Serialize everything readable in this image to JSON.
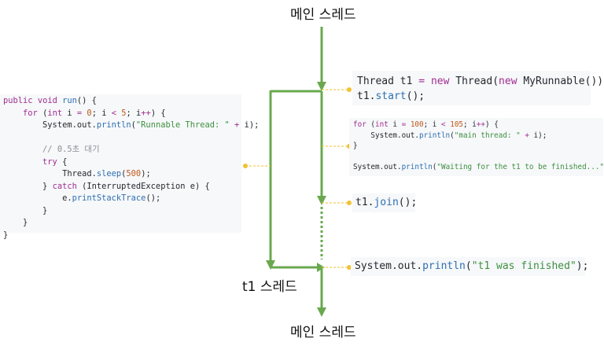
{
  "labels": {
    "main_top": "메인 스레드",
    "main_bottom": "메인 스레드",
    "t1": "t1 스레드"
  },
  "left_code": {
    "l1a": "public",
    "l1b": " ",
    "l1c": "void",
    "l1d": " ",
    "l1e": "run",
    "l1f": "() {",
    "l2a": "    ",
    "l2b": "for",
    "l2c": " (",
    "l2d": "int",
    "l2e": " i ",
    "l2f": "=",
    "l2g": " ",
    "l2h": "0",
    "l2i": "; i ",
    "l2j": "<",
    "l2k": " ",
    "l2l": "5",
    "l2m": "; i",
    "l2n": "++",
    "l2o": ") {",
    "l3a": "        System.out.",
    "l3b": "println",
    "l3c": "(",
    "l3d": "\"Runnable Thread: \"",
    "l3e": " ",
    "l3f": "+",
    "l3g": " i);",
    "l5a": "        ",
    "l5b": "// 0.5초 대기",
    "l6a": "        ",
    "l6b": "try",
    "l6c": " {",
    "l7a": "            Thread.",
    "l7b": "sleep",
    "l7c": "(",
    "l7d": "500",
    "l7e": ");",
    "l8a": "        } ",
    "l8b": "catch",
    "l8c": " (InterruptedException e) {",
    "l9a": "            e.",
    "l9b": "printStackTrace",
    "l9c": "();",
    "l10": "        }",
    "l11": "    }",
    "l12": "}"
  },
  "code_start": {
    "a": "Thread t1 ",
    "b": "=",
    "c": " ",
    "d": "new",
    "e": " Thread(",
    "f": "new",
    "g": " MyRunnable());",
    "h": "t1.",
    "i": "start",
    "j": "();"
  },
  "code_loop": {
    "a": "for",
    "b": " (",
    "c": "int",
    "d": " i ",
    "e": "=",
    "f": " ",
    "g": "100",
    "h": "; i ",
    "i": "<",
    "j": " ",
    "k": "105",
    "l": "; i",
    "m": "++",
    "n": ") {",
    "o": "    System.out.",
    "p": "println",
    "q": "(",
    "r": "\"main thread: \"",
    "s": " ",
    "t": "+",
    "u": " i);",
    "v": "}",
    "w": "System.out.",
    "x": "println",
    "y": "(",
    "z": "\"Waiting for the t1 to be finished...\"",
    "z2": ");"
  },
  "code_join": {
    "a": "t1.",
    "b": "join",
    "c": "();"
  },
  "code_finish": {
    "a": "System.out.",
    "b": "println",
    "c": "(",
    "d": "\"t1 was finished\"",
    "e": ");"
  },
  "colors": {
    "arrow": "#6aa84f",
    "dash": "#f1c232",
    "code_bg": "#f6f8fa"
  }
}
